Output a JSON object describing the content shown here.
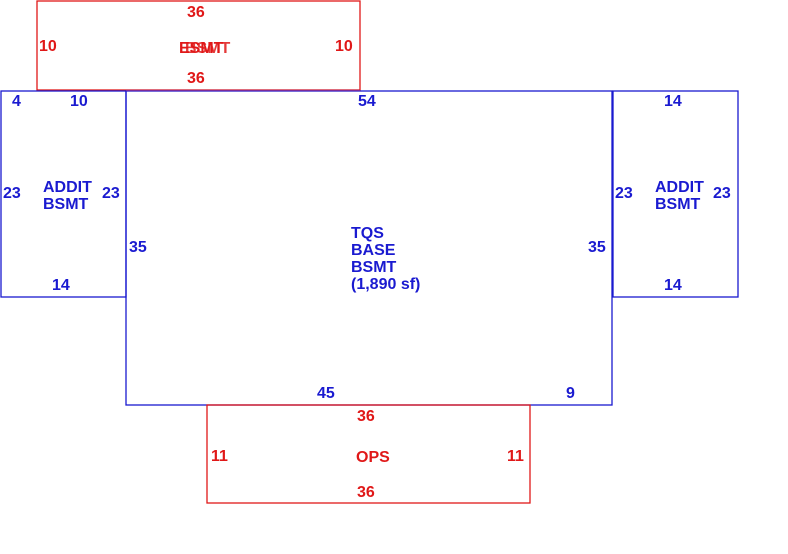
{
  "colors": {
    "blue": "#1a1ad0",
    "red": "#e01818"
  },
  "top_overlay": {
    "dims": {
      "top": "36",
      "bottom": "36",
      "left": "10",
      "right": "10"
    },
    "label_a": "ESMT",
    "label_b": "BSMT"
  },
  "left_addit": {
    "label_line1": "ADDIT",
    "label_line2": "BSMT",
    "dims": {
      "top_left": "4",
      "top": "10",
      "left": "23",
      "right": "23",
      "bottom": "14"
    }
  },
  "base": {
    "label_line1": "TQS",
    "label_line2": "BASE",
    "label_line3": "BSMT",
    "area": "(1,890 sf)",
    "dims": {
      "top": "54",
      "left": "35",
      "right": "35",
      "bottom_a": "45",
      "bottom_b": "9"
    }
  },
  "right_addit": {
    "label_line1": "ADDIT",
    "label_line2": "BSMT",
    "dims": {
      "top": "14",
      "left": "23",
      "right": "23",
      "bottom": "14"
    }
  },
  "ops": {
    "label": "OPS",
    "dims": {
      "top": "36",
      "bottom": "36",
      "left": "11",
      "right": "11"
    }
  }
}
